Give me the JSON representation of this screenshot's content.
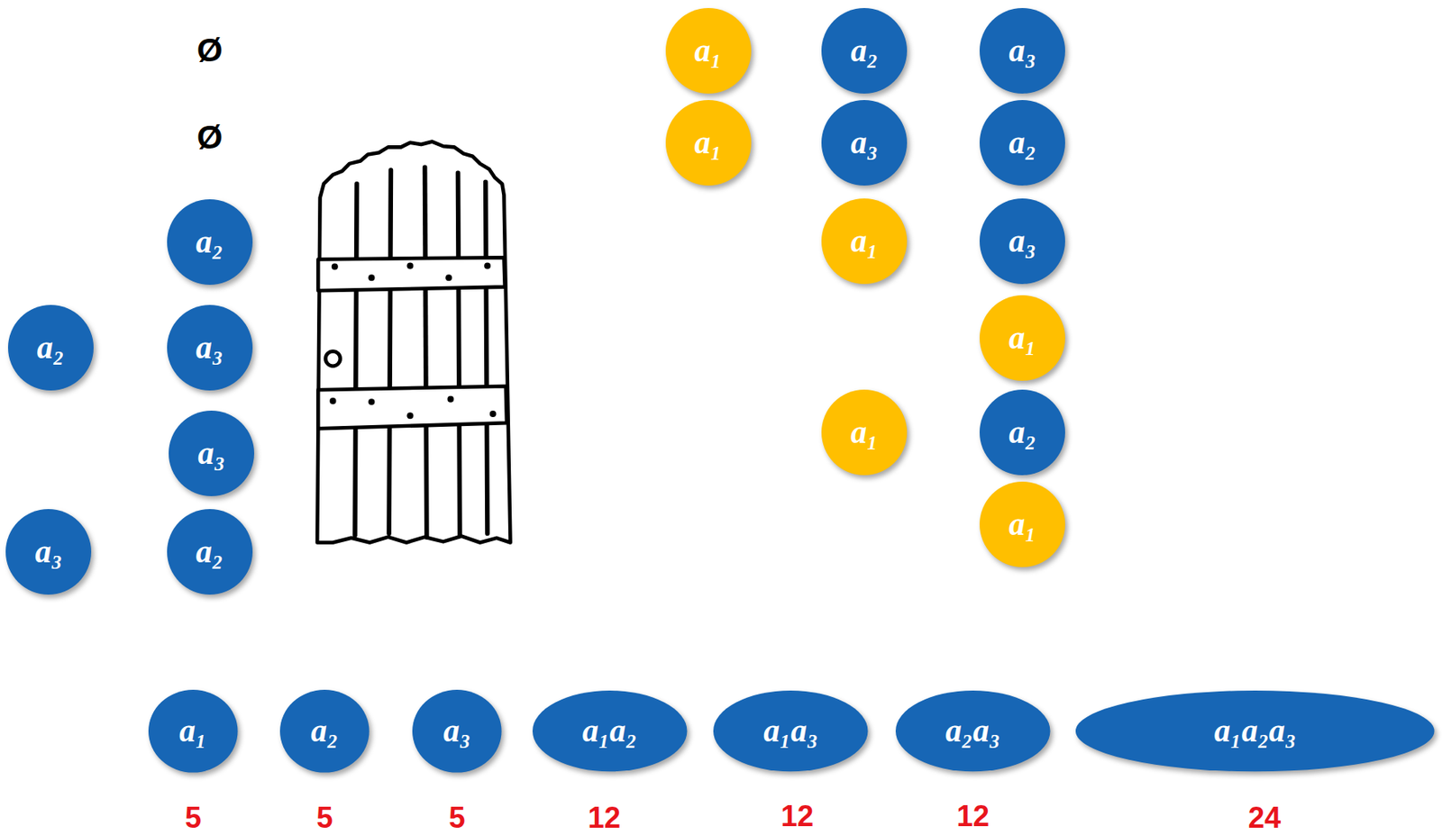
{
  "diagram": {
    "nodes": [
      {
        "text": [
          "a₂"
        ]
      },
      {
        "text": [
          "a₂"
        ]
      },
      {
        "text": [
          "a₃"
        ]
      },
      {
        "text": [
          "a₃"
        ]
      },
      {
        "text": [
          "a₃"
        ]
      },
      {
        "text": [
          "a₂"
        ]
      },
      {
        "text": [
          "a₁"
        ]
      },
      {
        "text": [
          "a₂"
        ]
      },
      {
        "text": [
          "a₃"
        ]
      },
      {
        "text": [
          "a₁"
        ]
      },
      {
        "text": [
          "a₃"
        ]
      },
      {
        "text": [
          "a₂"
        ]
      },
      {
        "text": [
          "a₁"
        ]
      },
      {
        "text": [
          "a₃"
        ]
      },
      {
        "text": [
          "a₁"
        ]
      },
      {
        "text": [
          "a₁"
        ]
      },
      {
        "text": [
          "a₂"
        ]
      },
      {
        "text": [
          "a₁"
        ]
      },
      {
        "text": [
          "a₁"
        ]
      },
      {
        "text": [
          "a₂"
        ]
      },
      {
        "text": [
          "a₃"
        ]
      },
      {
        "text": [
          "a₁a₂"
        ]
      },
      {
        "text": [
          "a₁a₃"
        ]
      },
      {
        "text": [
          "a₂a₃"
        ]
      },
      {
        "text": [
          "a₁a₂a₃"
        ]
      }
    ],
    "labels": [
      "Ø",
      "Ø",
      "5",
      "5",
      "5",
      "12",
      "12",
      "12",
      "24"
    ]
  }
}
